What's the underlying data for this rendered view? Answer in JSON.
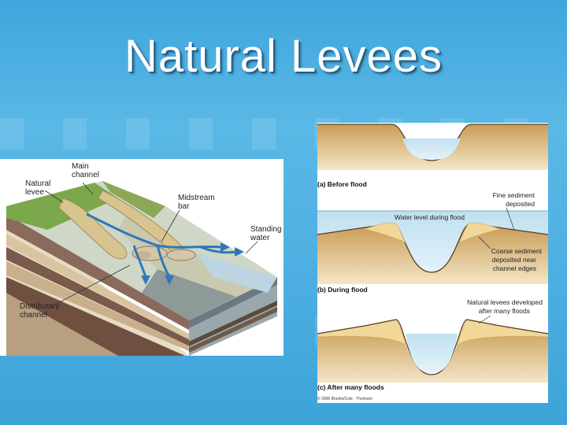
{
  "title": "Natural Levees",
  "block_diagram": {
    "labels": {
      "main_channel_1": "Main",
      "main_channel_2": "channel",
      "natural_levee_1": "Natural",
      "natural_levee_2": "levee",
      "midstream_bar_1": "Midstream",
      "midstream_bar_2": "bar",
      "standing_water_1": "Standing",
      "standing_water_2": "water",
      "distributary_1": "Distributary",
      "distributary_2": "channel"
    }
  },
  "cross_sections": {
    "a_caption": "(a) Before flood",
    "b_caption": "(b) During flood",
    "c_caption": "(c) After many floods",
    "fine_sediment_1": "Fine sediment",
    "fine_sediment_2": "deposited",
    "water_level": "Water level during flood",
    "coarse_1": "Coarse sediment",
    "coarse_2": "deposited near",
    "coarse_3": "channel edges",
    "levees_1": "Natural levees developed",
    "levees_2": "after many floods",
    "copyright": "© 2006 Brooks/Cole - Thomson"
  }
}
